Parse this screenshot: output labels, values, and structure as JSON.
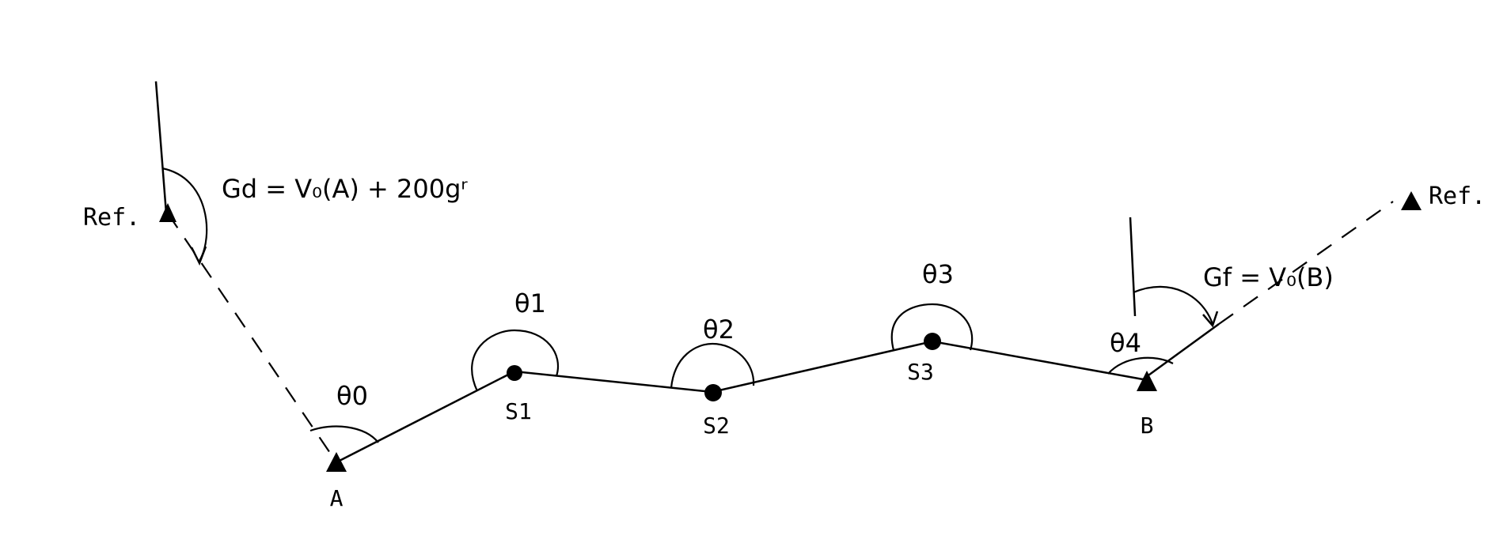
{
  "labels": {
    "ref_left": "Ref.",
    "ref_right": "Ref.",
    "gd_equation": "Gd = V₀(A) + 200gʳ",
    "gf_equation": "Gf = V₀(B)"
  },
  "stations": {
    "A": "A",
    "S1": "S1",
    "S2": "S2",
    "S3": "S3",
    "B": "B"
  },
  "angles": {
    "theta0": "θ0",
    "theta1": "θ1",
    "theta2": "θ2",
    "theta3": "θ3",
    "theta4": "θ4"
  }
}
